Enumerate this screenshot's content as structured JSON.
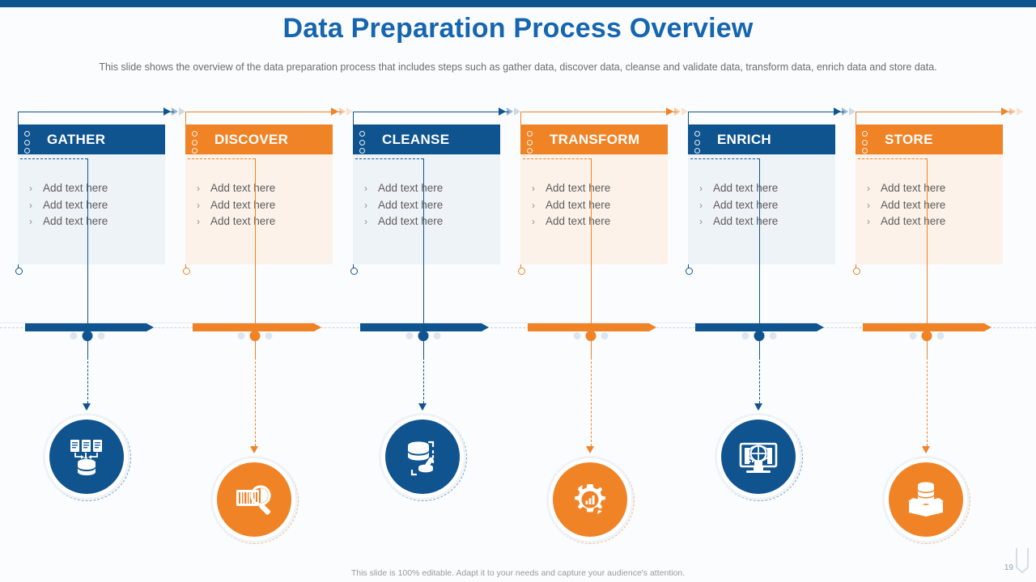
{
  "theme": {
    "blue": "#10548f",
    "blue_dark": "#0f5295",
    "orange": "#f08326",
    "title_blue": "#1565b0",
    "card_bg_blue": "#eef3f8",
    "card_bg_orange": "#fdf2e9",
    "topbar": "#10548f"
  },
  "header": {
    "title": "Data Preparation Process Overview",
    "subtitle": "This slide shows the overview of the data preparation process that includes steps such as gather data, discover data, cleanse and validate data, transform data, enrich data and store data."
  },
  "bullet_chevron": "›",
  "steps": [
    {
      "label": "GATHER",
      "color": "#10548f",
      "accent": "blue",
      "bg": "#eef3f8",
      "icon": "documents-to-database-icon",
      "bullets": [
        "Add text here",
        "Add text here",
        "Add text here"
      ]
    },
    {
      "label": "DISCOVER",
      "color": "#f08326",
      "accent": "orange",
      "bg": "#fdf2e9",
      "icon": "magnifier-document-icon",
      "bullets": [
        "Add text here",
        "Add text here",
        "Add text here"
      ]
    },
    {
      "label": "CLEANSE",
      "color": "#10548f",
      "accent": "blue",
      "bg": "#eef3f8",
      "icon": "database-brush-icon",
      "bullets": [
        "Add text here",
        "Add text here",
        "Add text here"
      ]
    },
    {
      "label": "TRANSFORM",
      "color": "#f08326",
      "accent": "orange",
      "bg": "#fdf2e9",
      "icon": "gear-chart-refresh-icon",
      "bullets": [
        "Add text here",
        "Add text here",
        "Add text here"
      ]
    },
    {
      "label": "ENRICH",
      "color": "#10548f",
      "accent": "blue",
      "bg": "#eef3f8",
      "icon": "monitor-globe-icon",
      "bullets": [
        "Add text here",
        "Add text here",
        "Add text here"
      ]
    },
    {
      "label": "STORE",
      "color": "#f08326",
      "accent": "orange",
      "bg": "#fdf2e9",
      "icon": "database-box-icon",
      "bullets": [
        "Add text here",
        "Add text here",
        "Add text here"
      ]
    }
  ],
  "footer": {
    "note": "This slide is 100% editable. Adapt it to your needs and capture your audience's attention.",
    "page_number": "19"
  }
}
